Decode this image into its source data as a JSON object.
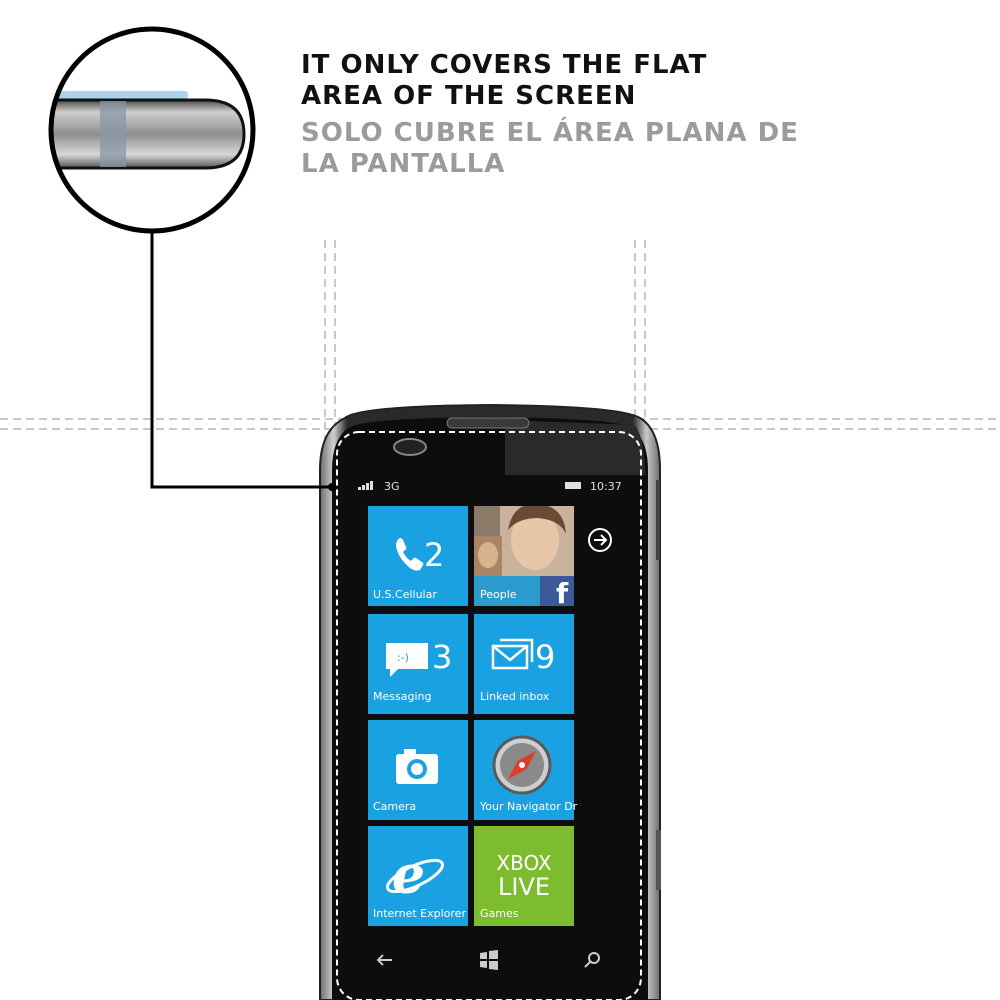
{
  "heading": {
    "english_line_1": "IT ONLY COVERS THE FLAT",
    "english_line_2": "AREA OF THE SCREEN",
    "spanish_line_1": "SOLO CUBRE EL ÁREA PLANA DE",
    "spanish_line_2": "LA PANTALLA"
  },
  "phone": {
    "status_bar": {
      "network": "3G",
      "time": "10:37"
    },
    "tiles": [
      {
        "label": "U.S.Cellular",
        "count": "2",
        "icon": "phone-icon",
        "color": "#1aa1e1"
      },
      {
        "label": "People",
        "count": "",
        "icon": "people-photo",
        "color": "#1aa1e1"
      },
      {
        "label": "Messaging",
        "count": "3",
        "icon": "chat-icon",
        "color": "#1aa1e1"
      },
      {
        "label": "Linked inbox",
        "count": "9",
        "icon": "mail-icon",
        "color": "#1aa1e1"
      },
      {
        "label": "Camera",
        "count": "",
        "icon": "camera-icon",
        "color": "#1aa1e1"
      },
      {
        "label": "Your Navigator Dr",
        "count": "",
        "icon": "compass-icon",
        "color": "#1aa1e1"
      },
      {
        "label": "Internet Explorer",
        "count": "",
        "icon": "ie-icon",
        "color": "#1aa1e1"
      },
      {
        "label": "Games",
        "count": "",
        "icon": "xbox-live-logo",
        "color": "#7dbb2f"
      }
    ],
    "xbox_logo_text": [
      "XBOX",
      "LIVE"
    ],
    "facebook_letter": "f",
    "arrow_icon": "arrow-right-circle-icon"
  },
  "colors": {
    "tile_blue": "#1aa1e1",
    "tile_green": "#7dbb2f",
    "heading_dark": "#111111",
    "heading_gray": "#9b9b9b",
    "guide_gray": "#c8c8c8"
  }
}
